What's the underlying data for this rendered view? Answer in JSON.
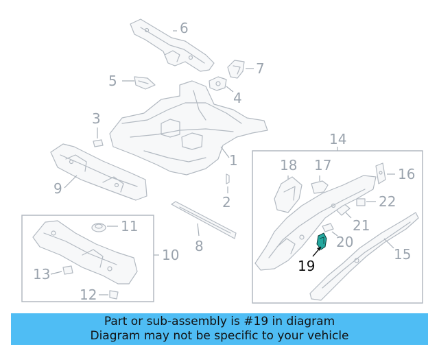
{
  "diagram": {
    "highlight_color": "#24a89f",
    "callouts": {
      "c1": "1",
      "c2": "2",
      "c3": "3",
      "c4": "4",
      "c5": "5",
      "c6": "6",
      "c7": "7",
      "c8": "8",
      "c9": "9",
      "c10": "10",
      "c11": "11",
      "c12": "12",
      "c13": "13",
      "c14": "14",
      "c15": "15",
      "c16": "16",
      "c17": "17",
      "c18": "18",
      "c19": "19",
      "c20": "20",
      "c21": "21",
      "c22": "22"
    },
    "highlighted_callout": "19"
  },
  "banner": {
    "line1": "Part or sub-assembly is #19 in diagram",
    "line2": "Diagram may not be specific to your vehicle",
    "color": "#4fbdf4"
  }
}
